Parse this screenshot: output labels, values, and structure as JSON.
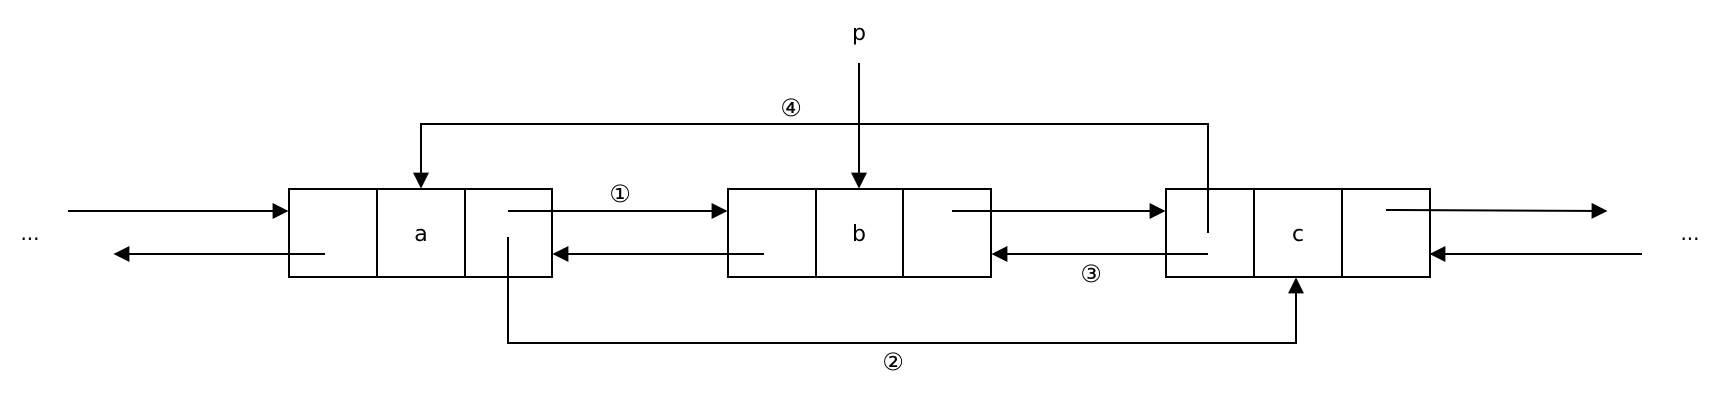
{
  "nodes": {
    "a": {
      "value": "a"
    },
    "b": {
      "value": "b"
    },
    "c": {
      "value": "c"
    }
  },
  "pointer": {
    "label": "p"
  },
  "steps": {
    "s1": "①",
    "s2": "②",
    "s3": "③",
    "s4": "④"
  },
  "ellipsis": {
    "left": "...",
    "right": "..."
  },
  "colors": {
    "stroke": "#000000",
    "background": "#ffffff"
  }
}
